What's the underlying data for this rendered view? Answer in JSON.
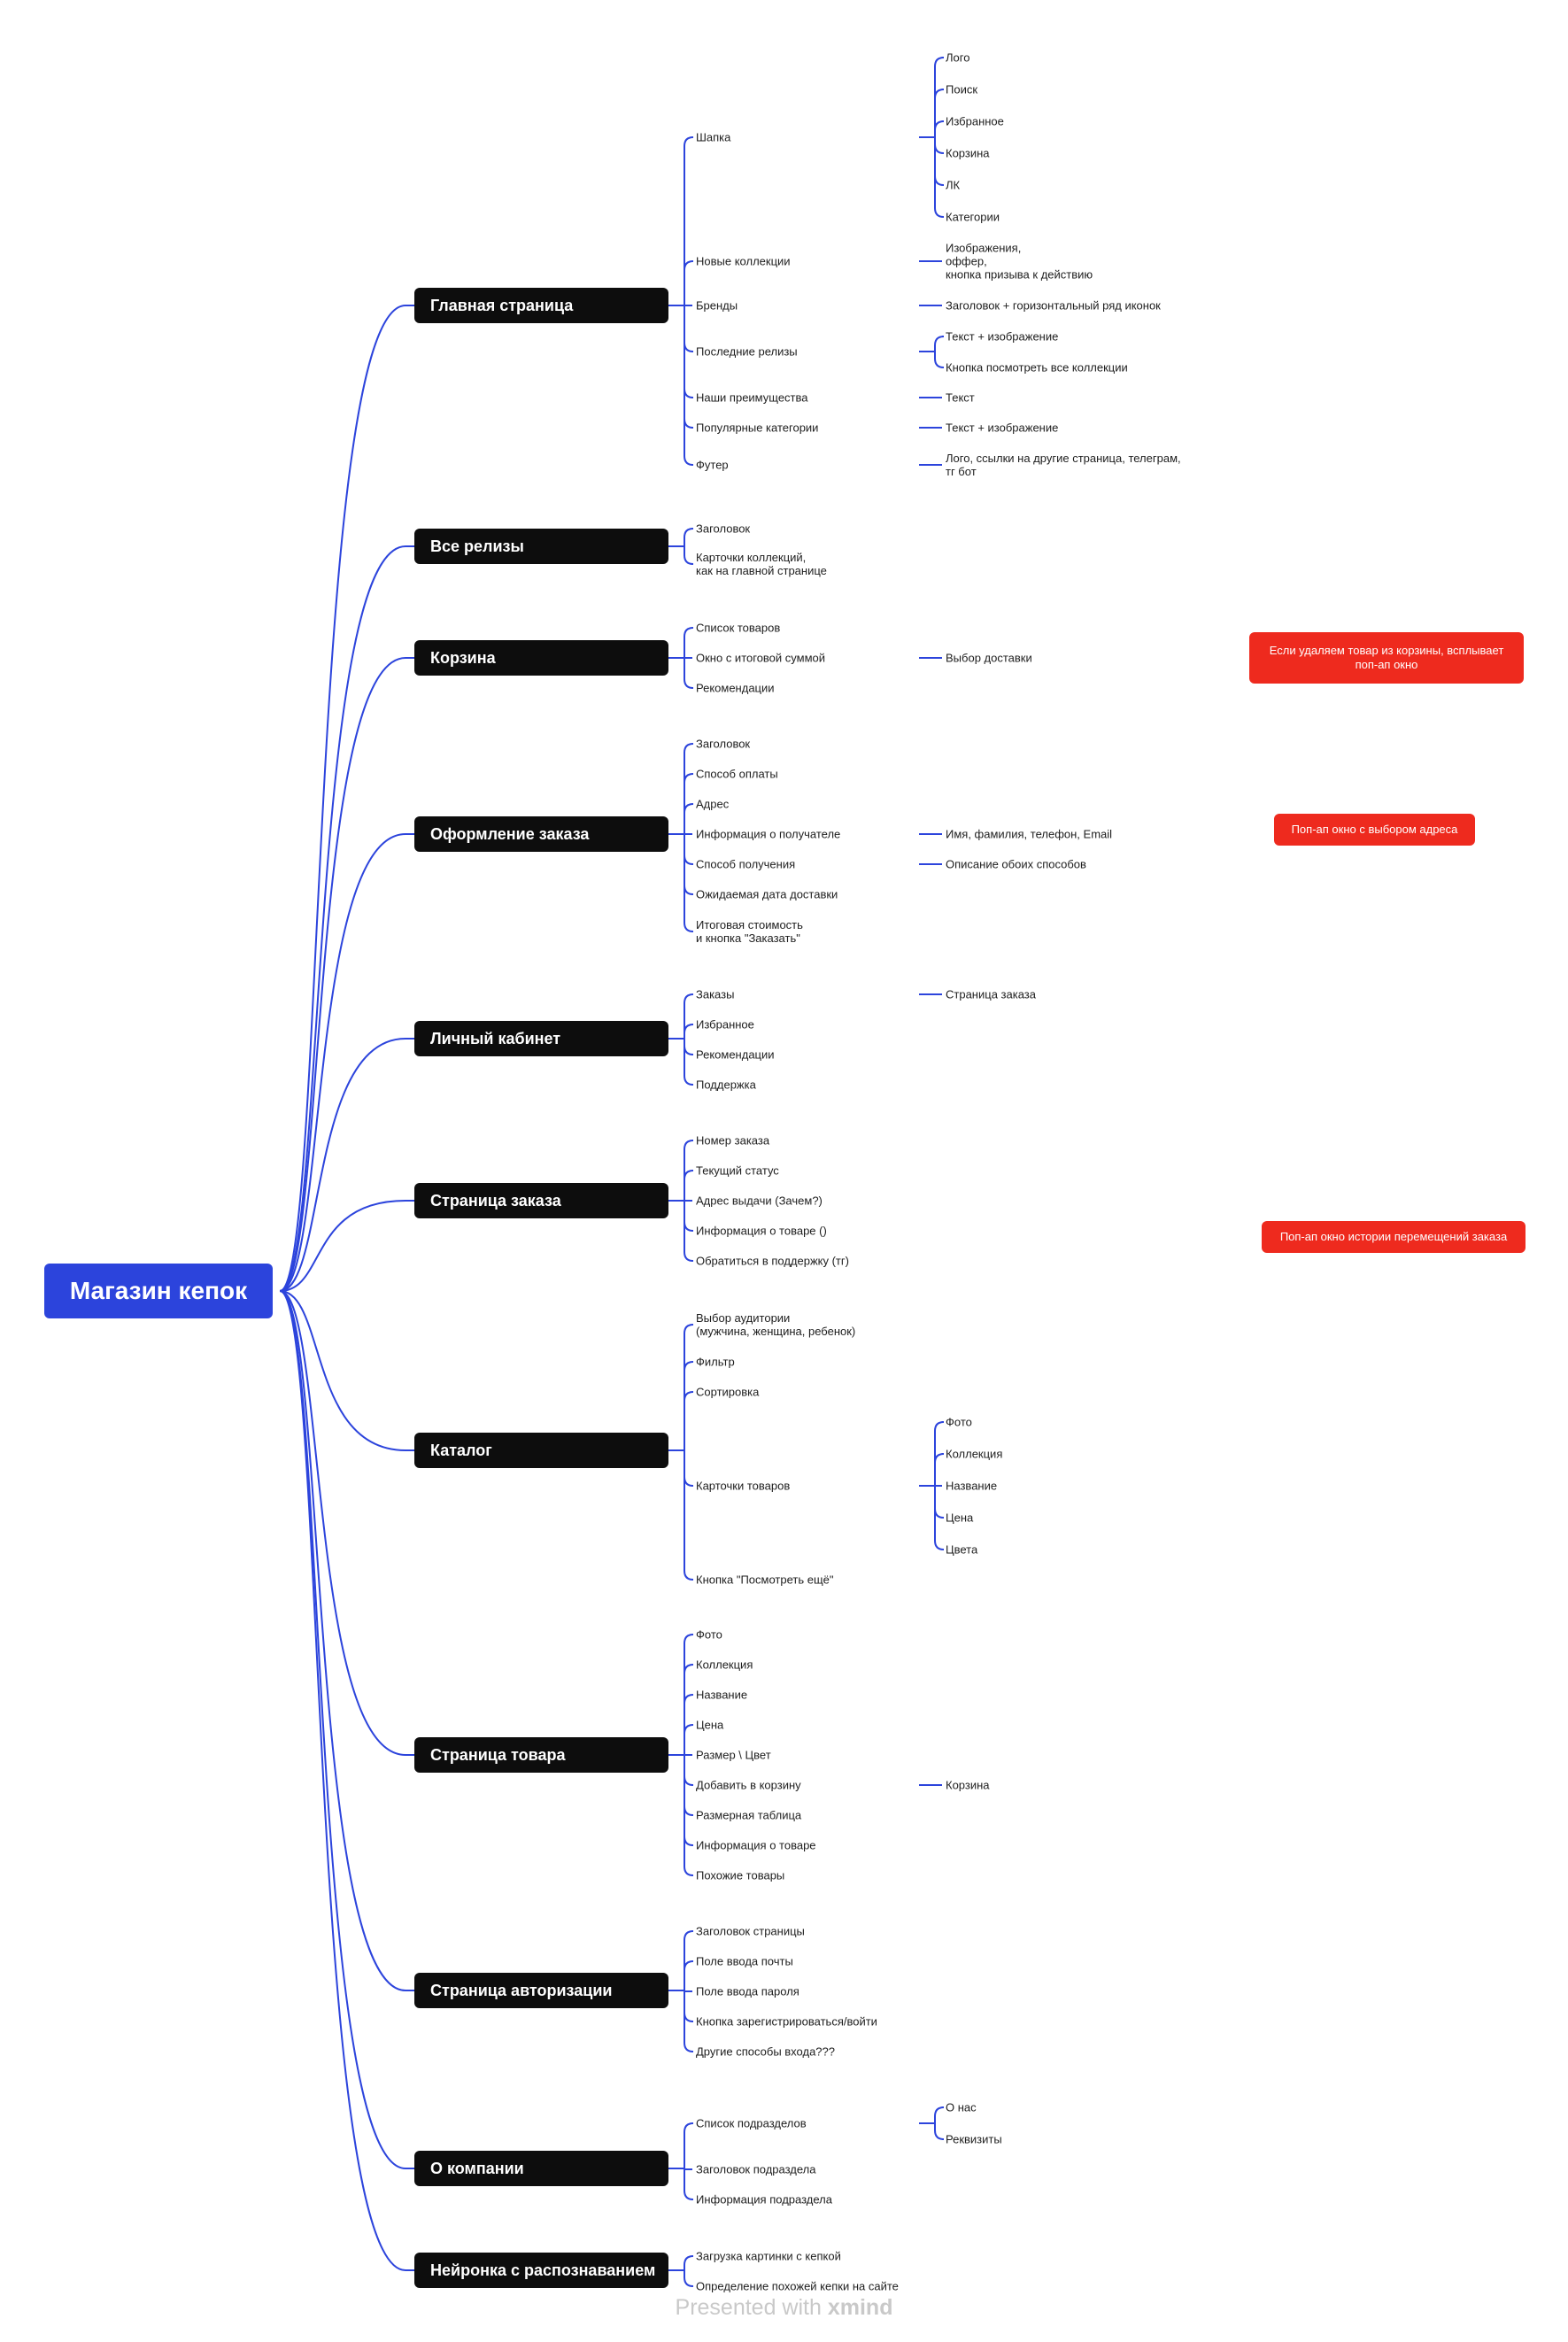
{
  "root": "Магазин кепок",
  "sections": [
    {
      "title": "Главная страница",
      "children": [
        {
          "label": "Шапка",
          "children": [
            {
              "label": "Лого"
            },
            {
              "label": "Поиск"
            },
            {
              "label": "Избранное"
            },
            {
              "label": "Корзина"
            },
            {
              "label": "ЛК"
            },
            {
              "label": "Категории"
            }
          ]
        },
        {
          "label": "Новые коллекции",
          "children": [
            {
              "label": "Изображения,\nоффер,\nкнопка призыва к действию"
            }
          ]
        },
        {
          "label": "Бренды",
          "children": [
            {
              "label": "Заголовок + горизонтальный ряд иконок"
            }
          ]
        },
        {
          "label": "Последние релизы",
          "children": [
            {
              "label": "Текст + изображение"
            },
            {
              "label": "Кнопка посмотреть все коллекции"
            }
          ]
        },
        {
          "label": "Наши преимущества",
          "children": [
            {
              "label": "Текст"
            }
          ]
        },
        {
          "label": "Популярные категории",
          "children": [
            {
              "label": "Текст + изображение"
            }
          ]
        },
        {
          "label": "Футер",
          "children": [
            {
              "label": "Лого, ссылки на другие страница, телеграм,\nтг бот"
            }
          ]
        }
      ]
    },
    {
      "title": "Все релизы",
      "children": [
        {
          "label": "Заголовок"
        },
        {
          "label": "Карточки коллекций,\nкак на главной странице"
        }
      ]
    },
    {
      "title": "Корзина",
      "note": "Если удаляем товар из корзины, всплывает\nпоп-ап окно",
      "children": [
        {
          "label": "Список товаров"
        },
        {
          "label": "Окно с итоговой суммой",
          "children": [
            {
              "label": "Выбор доставки"
            }
          ]
        },
        {
          "label": "Рекомендации"
        }
      ]
    },
    {
      "title": "Оформление заказа",
      "note": "Поп-ап окно с выбором адреса",
      "children": [
        {
          "label": "Заголовок"
        },
        {
          "label": "Способ оплаты"
        },
        {
          "label": "Адрес"
        },
        {
          "label": "Информация о получателе",
          "children": [
            {
              "label": "Имя, фамилия, телефон, Email"
            }
          ]
        },
        {
          "label": "Способ получения",
          "children": [
            {
              "label": "Описание обоих способов"
            }
          ]
        },
        {
          "label": "Ожидаемая дата доставки"
        },
        {
          "label": "Итоговая стоимость\nи кнопка \"Заказать\""
        }
      ]
    },
    {
      "title": "Личный кабинет",
      "children": [
        {
          "label": "Заказы",
          "children": [
            {
              "label": "Страница заказа"
            }
          ]
        },
        {
          "label": "Избранное"
        },
        {
          "label": "Рекомендации"
        },
        {
          "label": "Поддержка"
        }
      ]
    },
    {
      "title": "Страница заказа",
      "note": "Поп-ап окно истории перемещений заказа",
      "children": [
        {
          "label": "Номер заказа"
        },
        {
          "label": "Текущий статус"
        },
        {
          "label": "Адрес выдачи (Зачем?)"
        },
        {
          "label": "Информация о товаре ()"
        },
        {
          "label": "Обратиться в поддержку (тг)"
        }
      ]
    },
    {
      "title": "Каталог",
      "children": [
        {
          "label": "Выбор аудитории\n(мужчина, женщина, ребенок)"
        },
        {
          "label": "Фильтр"
        },
        {
          "label": "Сортировка"
        },
        {
          "label": "Карточки товаров",
          "children": [
            {
              "label": "Фото"
            },
            {
              "label": "Коллекция"
            },
            {
              "label": "Название"
            },
            {
              "label": "Цена"
            },
            {
              "label": "Цвета"
            }
          ]
        },
        {
          "label": "Кнопка \"Посмотреть ещё\""
        }
      ]
    },
    {
      "title": "Страница товара",
      "children": [
        {
          "label": "Фото"
        },
        {
          "label": "Коллекция"
        },
        {
          "label": "Название"
        },
        {
          "label": "Цена"
        },
        {
          "label": "Размер \\ Цвет"
        },
        {
          "label": "Добавить в корзину",
          "children": [
            {
              "label": "Корзина"
            }
          ]
        },
        {
          "label": "Размерная таблица"
        },
        {
          "label": "Информация о товаре"
        },
        {
          "label": "Похожие товары"
        }
      ]
    },
    {
      "title": "Страница авторизации",
      "children": [
        {
          "label": "Заголовок страницы"
        },
        {
          "label": "Поле ввода почты"
        },
        {
          "label": "Поле ввода пароля"
        },
        {
          "label": "Кнопка зарегистрироваться/войти"
        },
        {
          "label": "Другие способы входа???"
        }
      ]
    },
    {
      "title": "О компании",
      "children": [
        {
          "label": "Список подразделов",
          "children": [
            {
              "label": "О нас"
            },
            {
              "label": "Реквизиты"
            }
          ]
        },
        {
          "label": "Заголовок подраздела"
        },
        {
          "label": "Информация подраздела"
        }
      ]
    },
    {
      "title": "Нейронка с распознаванием",
      "children": [
        {
          "label": "Загрузка картинки с кепкой"
        },
        {
          "label": "Определение похожей кепки на сайте"
        }
      ]
    }
  ],
  "footer": {
    "prefix": "Presented with",
    "brand": "xmind"
  },
  "colors": {
    "root": "#2c44dc",
    "section": "#0d0d0d",
    "line": "#2c44dc",
    "note": "#ee2a1e"
  }
}
